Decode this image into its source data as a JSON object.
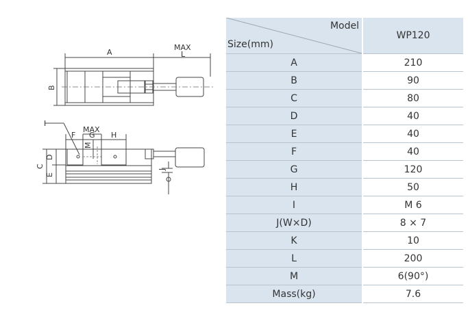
{
  "drawing": {
    "labels": {
      "A": "A",
      "B": "B",
      "C": "C",
      "D": "D",
      "E": "E",
      "F": "F",
      "G": "G",
      "H": "H",
      "I": "I",
      "J": "J",
      "L": "L",
      "M": "M",
      "max_top": "MAX",
      "max_side": "MAX"
    }
  },
  "table": {
    "header_model_label": "Model",
    "header_size_label": "Size(mm)",
    "model": "WP120",
    "rows": [
      {
        "key": "A",
        "value": "210"
      },
      {
        "key": "B",
        "value": "90"
      },
      {
        "key": "C",
        "value": "80"
      },
      {
        "key": "D",
        "value": "40"
      },
      {
        "key": "E",
        "value": "40"
      },
      {
        "key": "F",
        "value": "40"
      },
      {
        "key": "G",
        "value": "120"
      },
      {
        "key": "H",
        "value": "50"
      },
      {
        "key": "I",
        "value": "M 6"
      },
      {
        "key": "J(W×D)",
        "value": "8 × 7"
      },
      {
        "key": "K",
        "value": "10"
      },
      {
        "key": "L",
        "value": "200"
      },
      {
        "key": "M",
        "value": "6(90°)"
      },
      {
        "key": "Mass(kg)",
        "value": "7.6"
      }
    ]
  }
}
